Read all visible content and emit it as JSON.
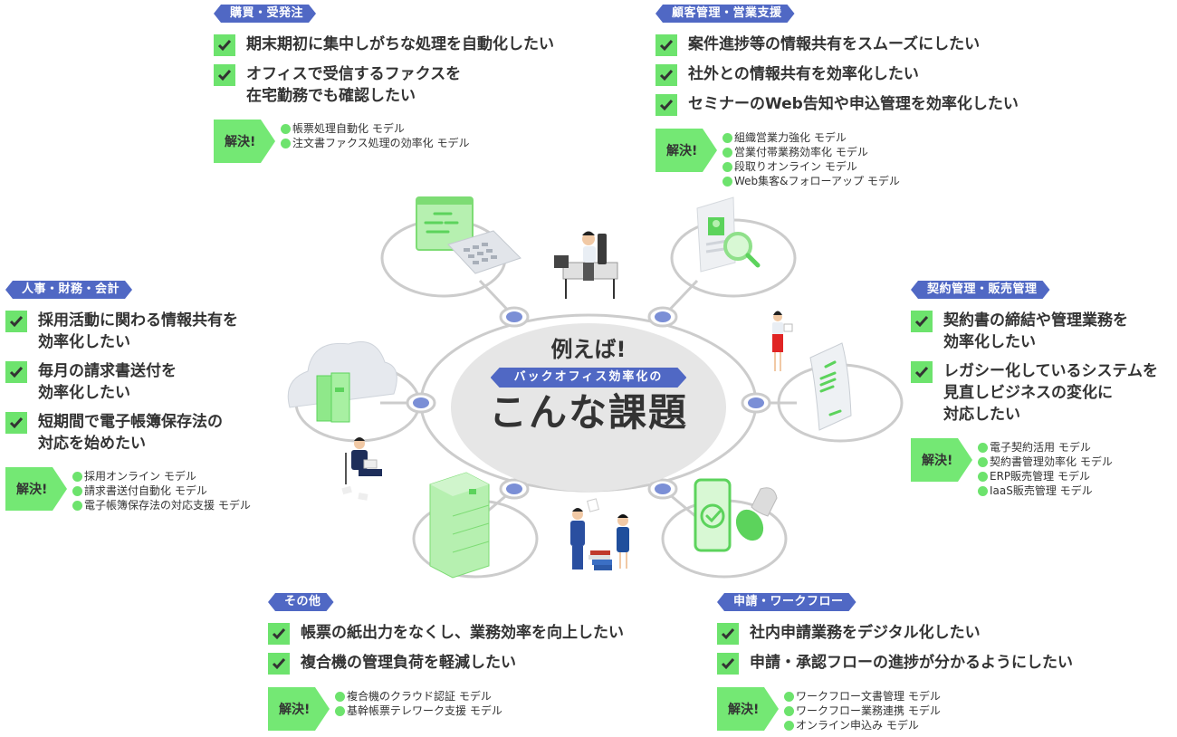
{
  "center": {
    "lead": "例えば!",
    "sub_tag": "バックオフィス効率化の",
    "title": "こんな課題"
  },
  "colors": {
    "tag_blue": "#5068c4",
    "check_green": "#6de36d",
    "solution_green": "#74e874",
    "node_blue": "#7b8fd6",
    "ring_gray": "#cccccc",
    "center_fill": "#e6e6e6"
  },
  "solution_label": "解決!",
  "categories": [
    {
      "id": "purchasing",
      "tag": "購買・受発注",
      "issues": [
        "期末期初に集中しがちな処理を自動化したい",
        "オフィスで受信するファクスを\n在宅勤務でも確認したい"
      ],
      "solutions": [
        "帳票処理自動化 モデル",
        "注文書ファクス処理の効率化 モデル"
      ]
    },
    {
      "id": "crm",
      "tag": "顧客管理・営業支援",
      "issues": [
        "案件進捗等の情報共有をスムーズにしたい",
        "社外との情報共有を効率化したい",
        "セミナーのWeb告知や申込管理を効率化したい"
      ],
      "solutions": [
        "組織営業力強化 モデル",
        "営業付帯業務効率化 モデル",
        "段取りオンライン モデル",
        "Web集客&フォローアップ モデル"
      ]
    },
    {
      "id": "hr",
      "tag": "人事・財務・会計",
      "issues": [
        "採用活動に関わる情報共有を\n効率化したい",
        "毎月の請求書送付を\n効率化したい",
        "短期間で電子帳簿保存法の\n対応を始めたい"
      ],
      "solutions": [
        "採用オンライン モデル",
        "請求書送付自動化 モデル",
        "電子帳簿保存法の対応支援 モデル"
      ]
    },
    {
      "id": "contract",
      "tag": "契約管理・販売管理",
      "issues": [
        "契約書の締結や管理業務を\n効率化したい",
        "レガシー化しているシステムを\n見直しビジネスの変化に\n対応したい"
      ],
      "solutions": [
        "電子契約活用 モデル",
        "契約書管理効率化 モデル",
        "ERP販売管理 モデル",
        "IaaS販売管理 モデル"
      ]
    },
    {
      "id": "other",
      "tag": "その他",
      "issues": [
        "帳票の紙出力をなくし、業務効率を向上したい",
        "複合機の管理負荷を軽減したい"
      ],
      "solutions": [
        "複合機のクラウド認証 モデル",
        "基幹帳票テレワーク支援 モデル"
      ]
    },
    {
      "id": "workflow",
      "tag": "申請・ワークフロー",
      "issues": [
        "社内申請業務をデジタル化したい",
        "申請・承認フローの進捗が分かるようにしたい"
      ],
      "solutions": [
        "ワークフロー文書管理 モデル",
        "ワークフロー業務連携 モデル",
        "オンライン申込み モデル"
      ]
    }
  ],
  "illustrations": [
    "calculator-window-illustration",
    "person-at-desk-illustration",
    "resume-magnifier-illustration",
    "woman-with-tablet-illustration",
    "contract-document-illustration",
    "smartphone-stamp-illustration",
    "business-meeting-illustration",
    "multifunction-printer-illustration",
    "troubled-man-illustration",
    "cloud-binders-illustration"
  ]
}
